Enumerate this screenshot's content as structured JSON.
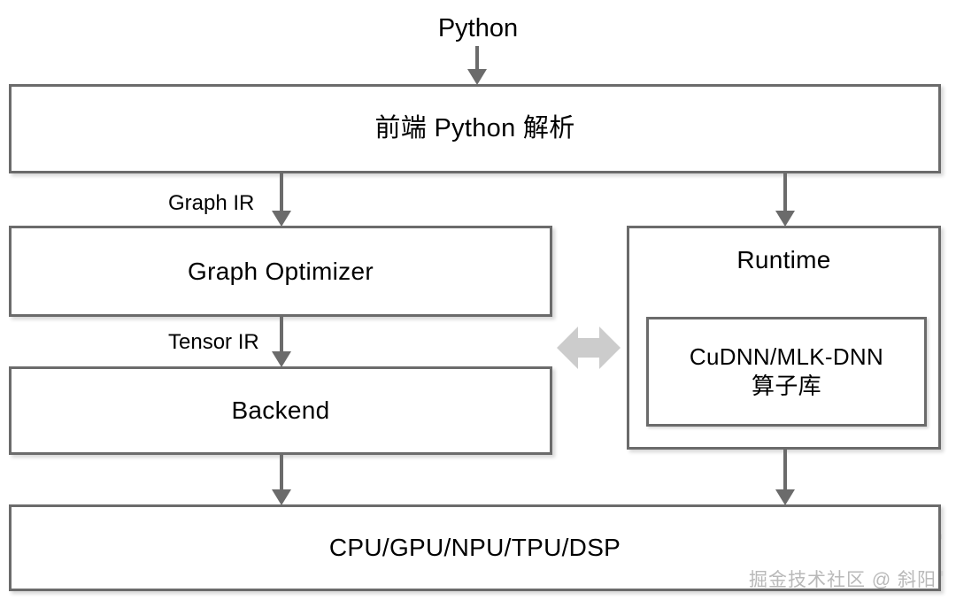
{
  "diagram": {
    "title_top": "Python",
    "nodes": {
      "frontend": "前端 Python 解析",
      "graph_optimizer": "Graph Optimizer",
      "backend": "Backend",
      "runtime": "Runtime",
      "kernel_library": "CuDNN/MLK-DNN\n算子库",
      "hardware": "CPU/GPU/NPU/TPU/DSP"
    },
    "edge_labels": {
      "graph_ir": "Graph IR",
      "tensor_ir": "Tensor IR"
    },
    "colors": {
      "box_border": "#6b6b6b",
      "box_fill": "#ffffff",
      "arrow": "#6b6b6b",
      "bidirectional_arrow": "#cccccc",
      "text": "#000000",
      "watermark": "#b9b9b9",
      "background": "#ffffff"
    },
    "icons": {
      "arrow_down": "arrow-down-icon",
      "arrow_bidirectional": "arrow-left-right-icon"
    }
  },
  "watermark": {
    "text": "掘金技术社区 @ 斜阳",
    "ghost_text": "掘金技术社区"
  }
}
